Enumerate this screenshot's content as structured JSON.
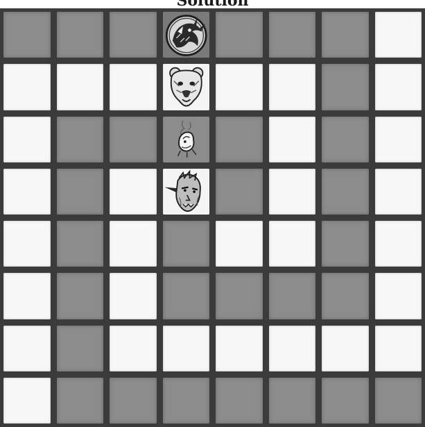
{
  "title": "Solution",
  "board": {
    "rows": 8,
    "cols": 8,
    "colors": {
      "dark": "#8c8c8c",
      "light": "#f7f7f7",
      "border": "#3b3b3b"
    },
    "squares": [
      [
        "dark",
        "dark",
        "dark",
        "dark",
        "dark",
        "dark",
        "dark",
        "light"
      ],
      [
        "light",
        "light",
        "light",
        "light",
        "light",
        "light",
        "dark",
        "light"
      ],
      [
        "light",
        "dark",
        "dark",
        "dark",
        "dark",
        "light",
        "dark",
        "light"
      ],
      [
        "light",
        "dark",
        "light",
        "light",
        "dark",
        "light",
        "dark",
        "light"
      ],
      [
        "light",
        "dark",
        "light",
        "dark",
        "light",
        "light",
        "dark",
        "light"
      ],
      [
        "light",
        "dark",
        "light",
        "dark",
        "dark",
        "dark",
        "dark",
        "light"
      ],
      [
        "light",
        "dark",
        "light",
        "light",
        "light",
        "light",
        "light",
        "light"
      ],
      [
        "light",
        "dark",
        "dark",
        "dark",
        "dark",
        "dark",
        "dark",
        "dark"
      ]
    ],
    "pieces": [
      {
        "row": 0,
        "col": 3,
        "icon": "dragon-head-icon"
      },
      {
        "row": 1,
        "col": 3,
        "icon": "bear-head-icon"
      },
      {
        "row": 2,
        "col": 3,
        "icon": "wisp-creature-icon"
      },
      {
        "row": 3,
        "col": 3,
        "icon": "goblin-head-icon"
      }
    ]
  }
}
